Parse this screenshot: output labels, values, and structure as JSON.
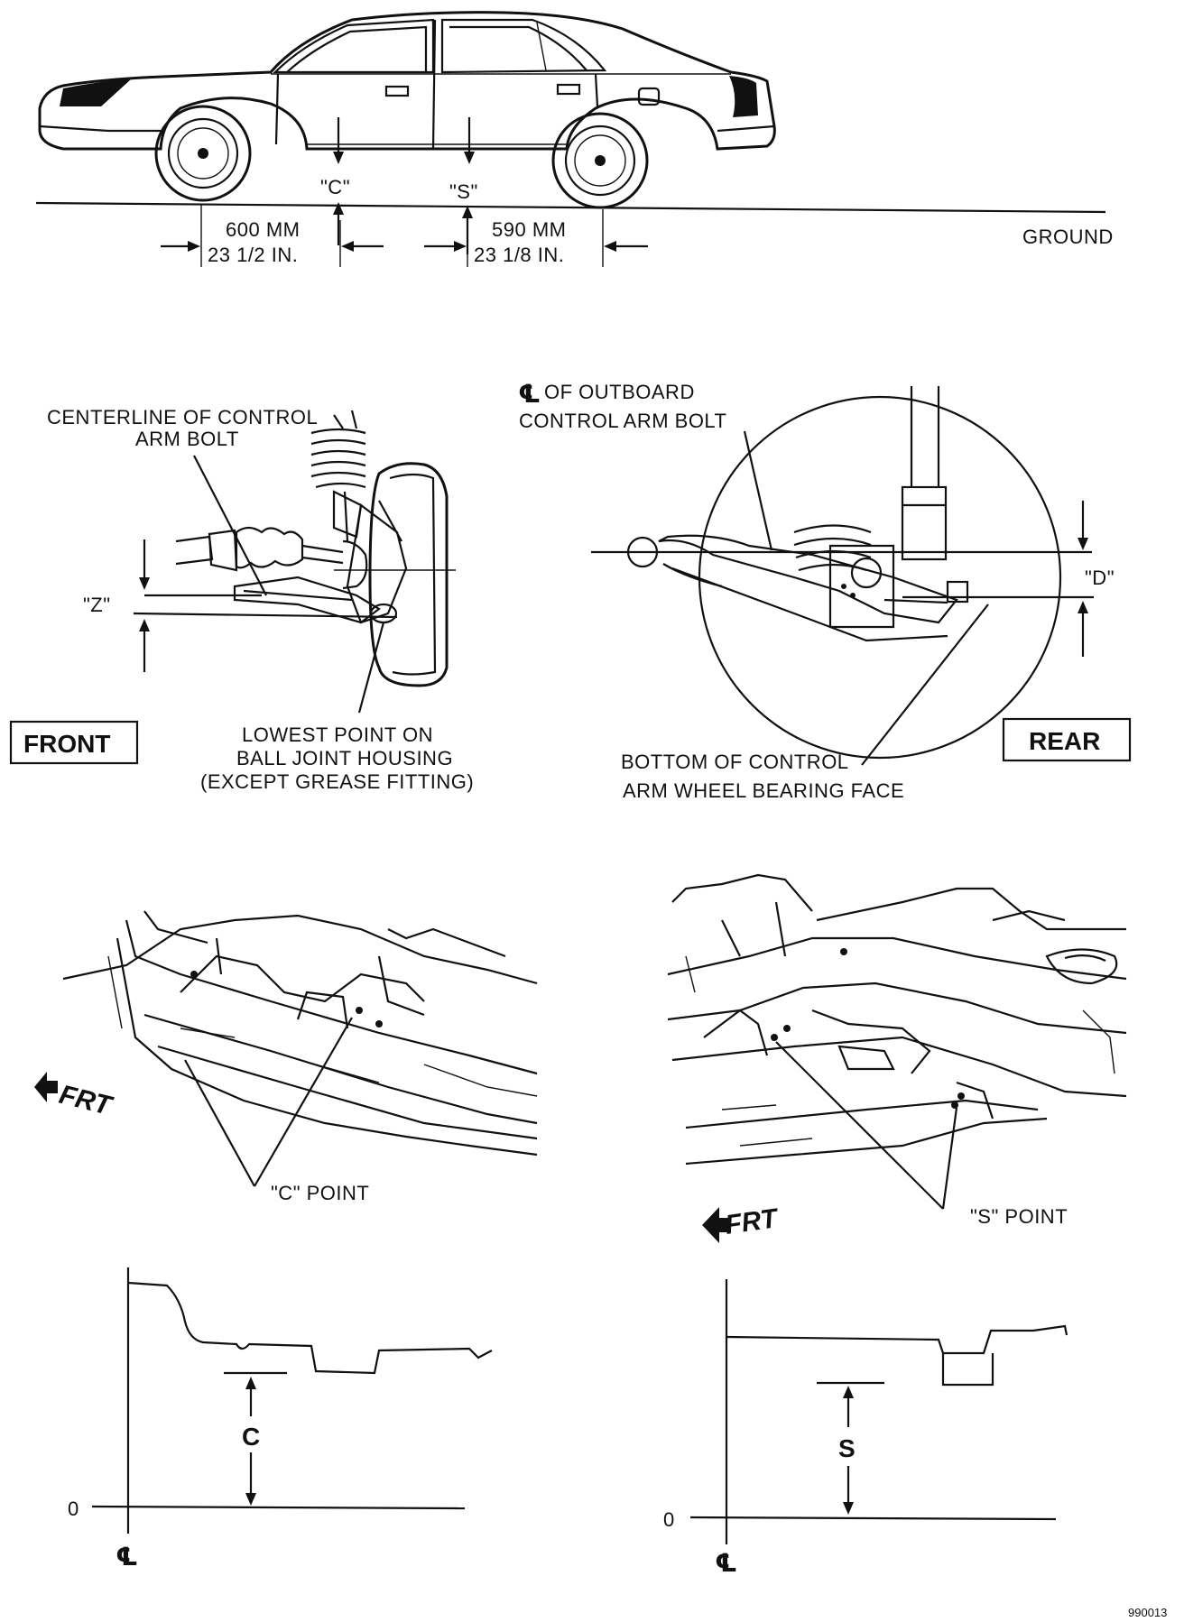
{
  "side_view": {
    "ground_label": "GROUND",
    "point_c_label": "\"C\"",
    "point_s_label": "\"S\"",
    "front_dim_mm": "600 MM",
    "front_dim_in": "23 1/2 IN.",
    "rear_dim_mm": "590 MM",
    "rear_dim_in": "23 1/8 IN."
  },
  "front_detail": {
    "box_label": "FRONT",
    "callout_bolt_line1": "CENTERLINE OF CONTROL",
    "callout_bolt_line2": "ARM BOLT",
    "z_label": "\"Z\"",
    "callout_low_line1": "LOWEST POINT ON",
    "callout_low_line2": "BALL JOINT HOUSING",
    "callout_low_line3": "(EXCEPT GREASE FITTING)"
  },
  "rear_detail": {
    "box_label": "REAR",
    "cl_symbol": "℄",
    "callout_bolt_line1": "OF OUTBOARD",
    "callout_bolt_line2": "CONTROL ARM BOLT",
    "d_label": "\"D\"",
    "callout_face_line1": "BOTTOM OF CONTROL",
    "callout_face_line2": "ARM WHEEL BEARING FACE"
  },
  "underbody_front": {
    "frt_label": "FRT",
    "point_label": "\"C\" POINT"
  },
  "underbody_rear": {
    "frt_label": "FRT",
    "point_label": "\"S\" POINT"
  },
  "profile_c": {
    "zero_label": "0",
    "cl_symbol": "℄",
    "dim_label": "C"
  },
  "profile_s": {
    "zero_label": "0",
    "cl_symbol": "℄",
    "dim_label": "S"
  },
  "figure_id": "990013"
}
